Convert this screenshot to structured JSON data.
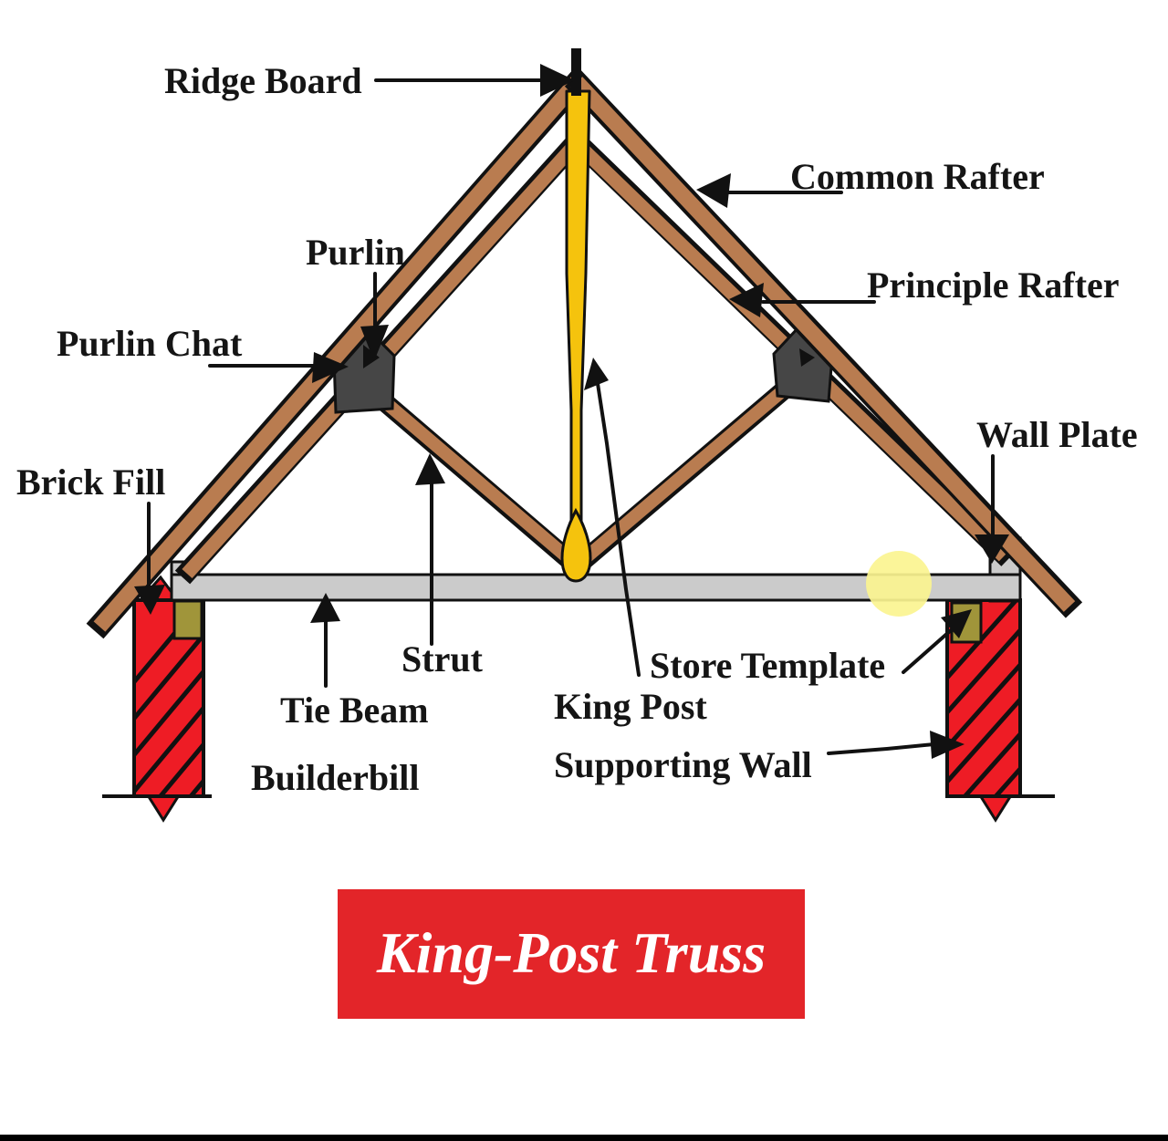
{
  "diagram": {
    "title": "King-Post Truss",
    "labels": {
      "ridge_board": "Ridge Board",
      "purlin": "Purlin",
      "purlin_chat": "Purlin Chat",
      "common_rafter": "Common Rafter",
      "principle_rafter": "Principle Rafter",
      "wall_plate": "Wall Plate",
      "brick_fill": "Brick Fill",
      "strut": "Strut",
      "tie_beam": "Tie Beam",
      "builderbill": "Builderbill",
      "store_template": "Store Template",
      "king_post": "King Post",
      "supporting_wall": "Supporting Wall"
    },
    "colors": {
      "rafter_wood": "#b97c50",
      "king_post_yellow": "#f5c30d",
      "tie_beam_gray": "#cbcbcb",
      "brick_red": "#ee1c25",
      "wall_plate_olive": "#a0953a",
      "purlin_dark_gray": "#464646",
      "purlin_light_gray": "#9a9a9a",
      "highlight_yellow": "#fbf490",
      "title_background": "#e32529",
      "title_text": "#ffffff",
      "line_black": "#111111"
    }
  }
}
